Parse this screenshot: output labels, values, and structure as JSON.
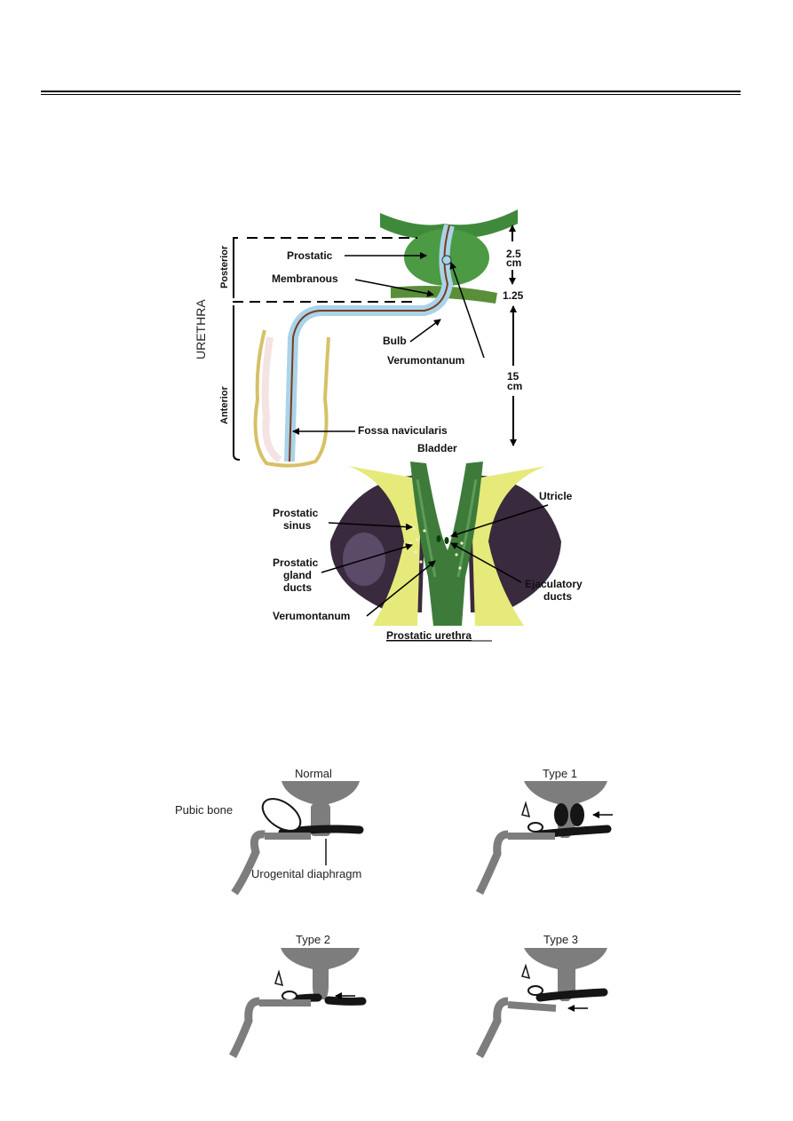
{
  "figure1": {
    "section_title": "URETHRA",
    "posterior": "Posterior",
    "anterior": "Anterior",
    "prostatic": "Prostatic",
    "membranous": "Membranous",
    "bulb": "Bulb",
    "verumontanum": "Verumontanum",
    "fossa": "Fossa navicularis",
    "dim_posterior_1": "2.5",
    "dim_posterior_2": "cm",
    "dim_membranous": "1.25",
    "dim_anterior_1": "15",
    "dim_anterior_2": "cm",
    "colors": {
      "tissue_green": "#3f8a3a",
      "lumen_blue": "#a9d3e8",
      "mucosa_brown": "#7a3b1e"
    }
  },
  "figure2": {
    "bladder": "Bladder",
    "utricle": "Utricle",
    "prostatic_sinus_1": "Prostatic",
    "prostatic_sinus_2": "sinus",
    "gland_ducts_1": "Prostatic",
    "gland_ducts_2": "gland",
    "gland_ducts_3": "ducts",
    "ejaculatory_1": "Ejaculatory",
    "ejaculatory_2": "ducts",
    "verumontanum": "Verumontanum",
    "caption": "Prostatic urethra",
    "colors": {
      "prostate_purple": "#3a2a3e",
      "capsule_yellow": "#e6ea7a",
      "urethra_green": "#3e7b3a"
    }
  },
  "figure3": {
    "normal": "Normal",
    "type1": "Type 1",
    "type2": "Type 2",
    "type3": "Type 3",
    "pubic_bone": "Pubic bone",
    "urogenital_diaphragm": "Urogenital diaphragm",
    "colors": {
      "gray": "#7d7d7d",
      "black": "#151515"
    }
  }
}
